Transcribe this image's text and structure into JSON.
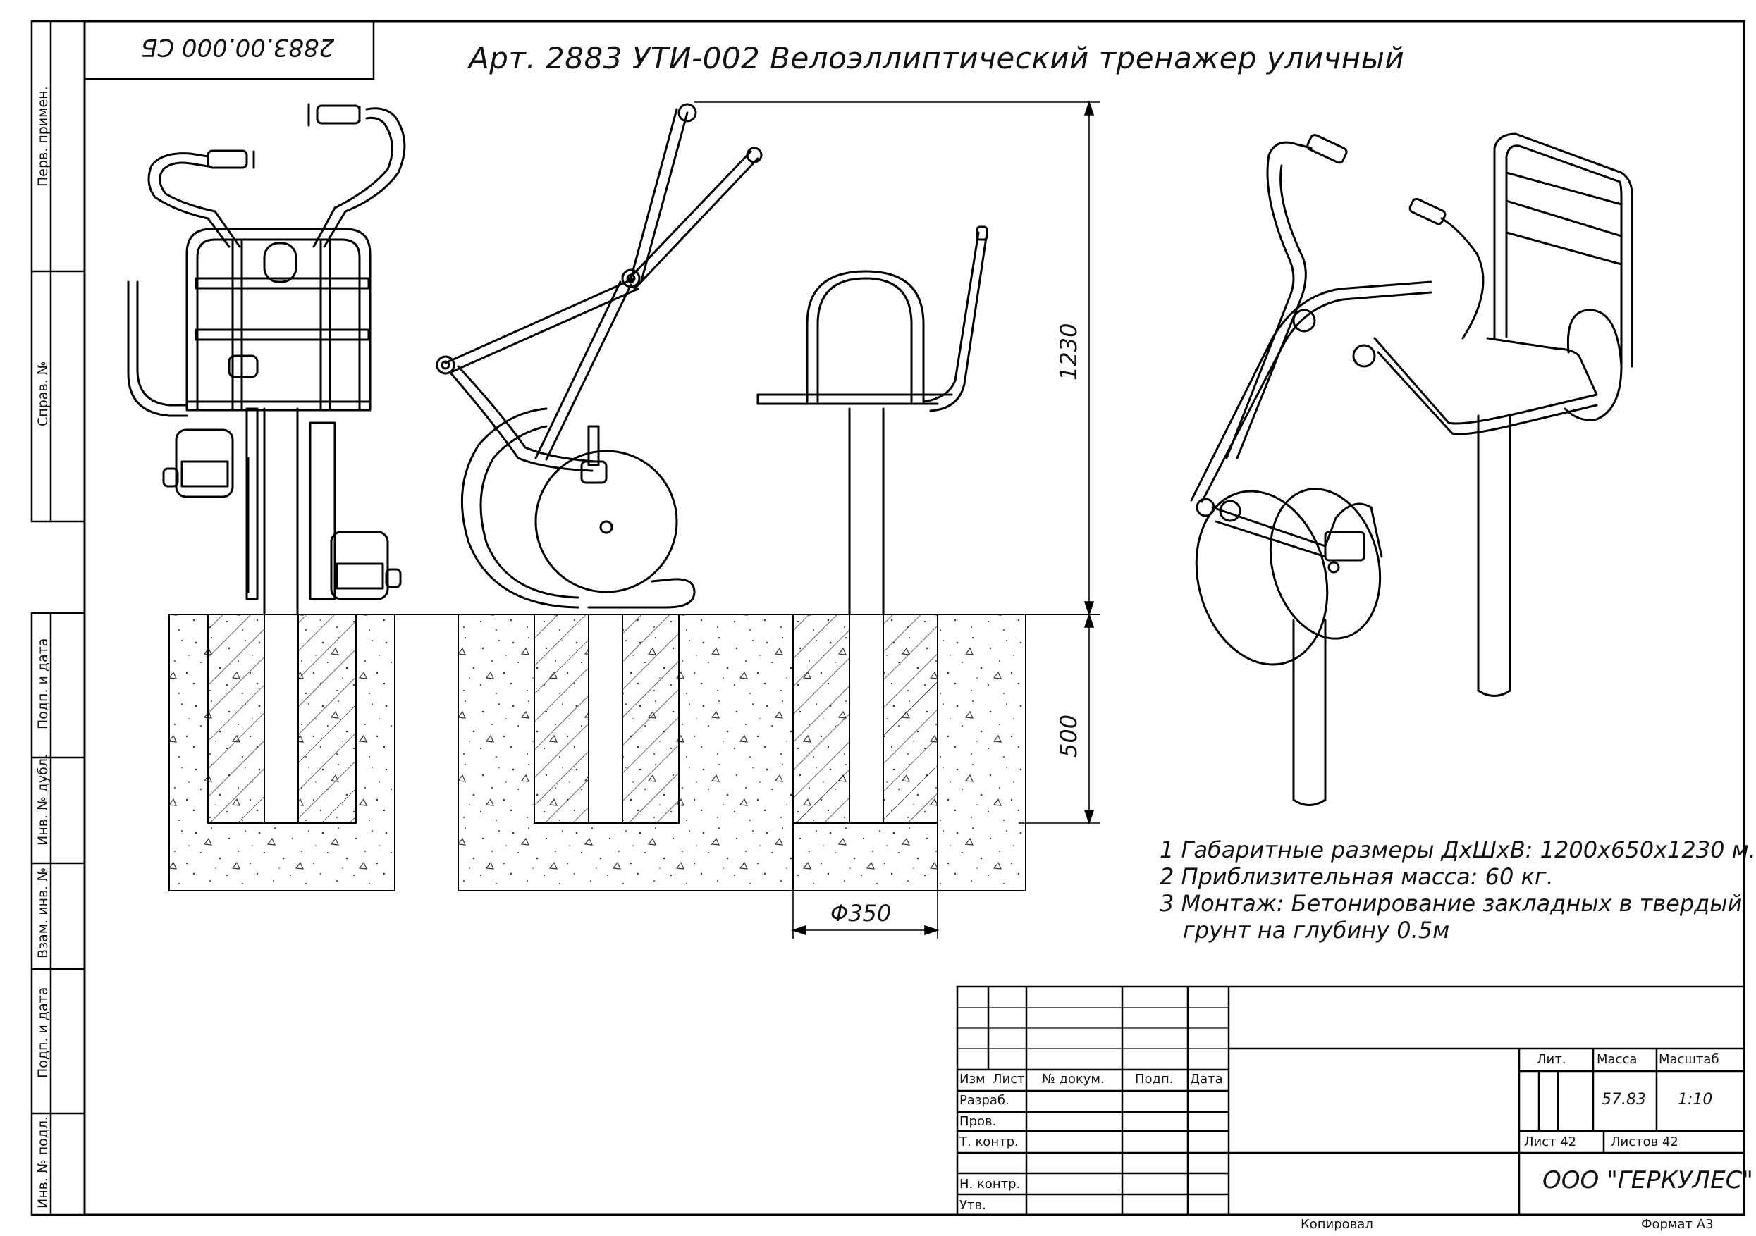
{
  "drawing": {
    "code": "2883.00.000 СБ",
    "title": "Арт. 2883 УТИ-002 Велоэллиптический тренажер уличный"
  },
  "side_labels": {
    "perv_primen": "Перв. примен.",
    "sprav_no": "Справ. №",
    "podp_data_1": "Подп. и дата",
    "inv_dubl": "Инв. № дубл.",
    "vzam_inv": "Взам. инв. №",
    "podp_data_2": "Подп. и дата",
    "inv_podl": "Инв. № подл."
  },
  "dimensions": {
    "height": "1230",
    "depth": "500",
    "diameter": "Φ350"
  },
  "notes": [
    "1  Габаритные размеры ДхШхВ: 1200х650х1230 м.",
    "2  Приблизительная масса: 60 кг.",
    "3  Монтаж: Бетонирование закладных в твердый",
    "грунт на глубину 0.5м"
  ],
  "title_block": {
    "izm": "Изм",
    "list": "Лист",
    "dokum": "№ докум.",
    "podp": "Подп.",
    "data": "Дата",
    "razrab": "Разраб.",
    "prov": "Пров.",
    "t_kontr": "Т. контр.",
    "n_kontr": "Н. контр.",
    "utv": "Утв.",
    "lit": "Лит.",
    "massa": "Масса",
    "masshtab": "Масштаб",
    "massa_value": "57.83",
    "masshtab_value": "1:10",
    "list_no": "Лист 42",
    "listov": "Листов 42",
    "company": "ООО \"ГЕРКУЛЕС\""
  },
  "footer": {
    "kopiroval": "Копировал",
    "format": "Формат А3"
  }
}
